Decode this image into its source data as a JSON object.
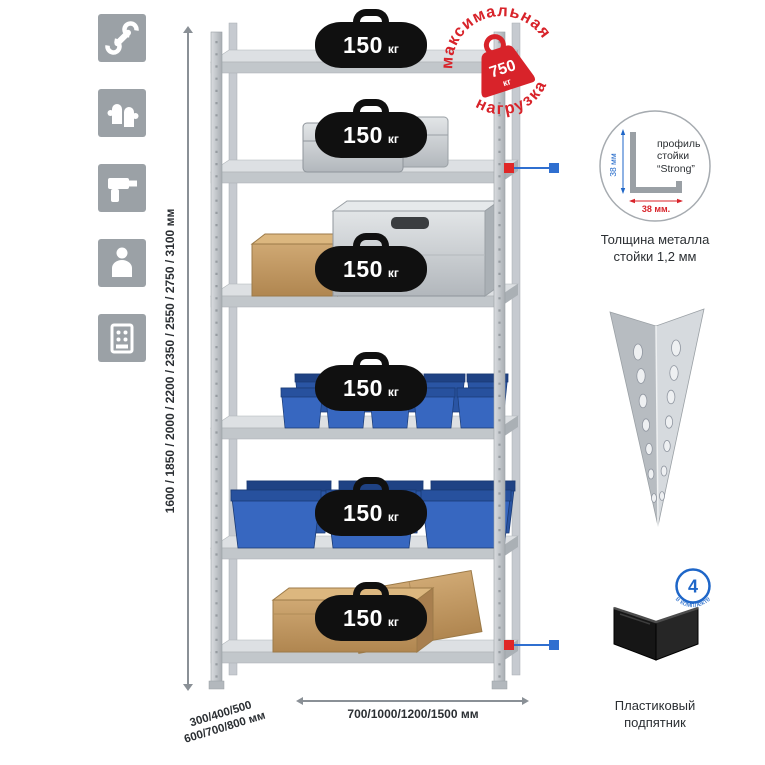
{
  "left_icons": [
    {
      "name": "wrench-icon"
    },
    {
      "name": "gloves-icon"
    },
    {
      "name": "drill-icon"
    },
    {
      "name": "person-icon"
    },
    {
      "name": "rack-icon"
    }
  ],
  "rack": {
    "shelf_weights": [
      {
        "value": "150",
        "unit": "кг"
      },
      {
        "value": "150",
        "unit": "кг"
      },
      {
        "value": "150",
        "unit": "кг"
      },
      {
        "value": "150",
        "unit": "кг"
      },
      {
        "value": "150",
        "unit": "кг"
      },
      {
        "value": "150",
        "unit": "кг"
      }
    ]
  },
  "stamp": {
    "arc_top": "максимальная",
    "arc_bottom": "нагрузка",
    "weight_value": "750",
    "weight_unit": "кг"
  },
  "dimensions": {
    "height": "1600 / 1850 / 2000 / 2200 / 2350 / 2550 / 2750 / 3100 мм",
    "depth_line1": "300/400/500",
    "depth_line2": "600/700/800 мм",
    "width": "700/1000/1200/1500 мм"
  },
  "profile_detail": {
    "label_line1": "профиль",
    "label_line2": "стойки",
    "label_line3": "“Strong”",
    "dim_vertical": "38 мм",
    "dim_horizontal": "38 мм.",
    "caption_line1": "Толщина металла",
    "caption_line2": "стойки 1,2 мм"
  },
  "foot": {
    "badge_number": "4",
    "badge_text": "в комплекте",
    "caption_line1": "Пластиковый",
    "caption_line2": "подпятник"
  },
  "colors": {
    "accent_red": "#d8232a",
    "accent_blue": "#1e66c8",
    "icon_gray": "#9ba1a6",
    "bin_blue": "#2e5fae"
  }
}
